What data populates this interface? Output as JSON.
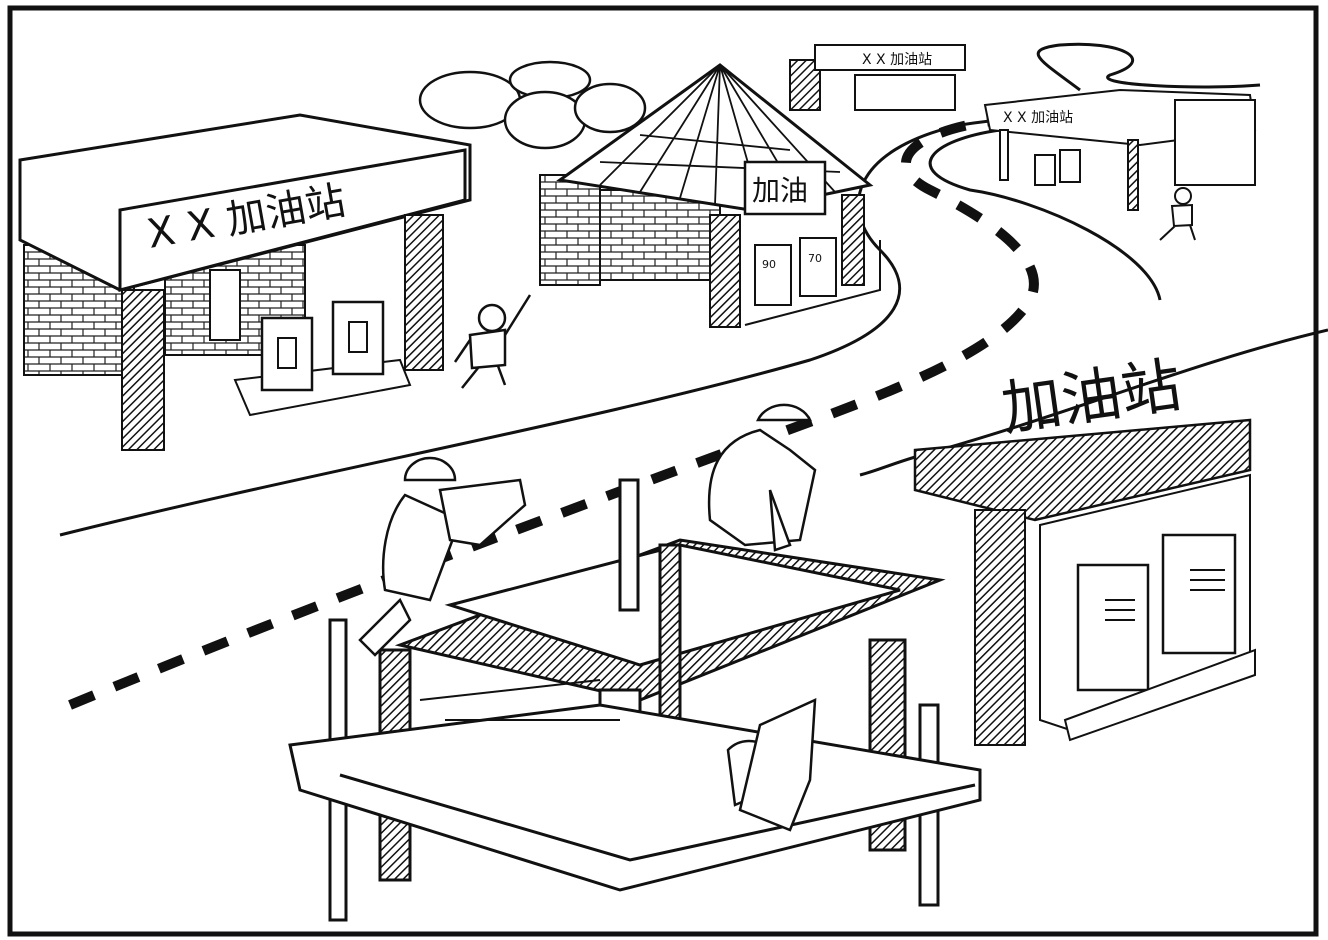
{
  "image": {
    "background": "#ffffff",
    "ink": "#111111",
    "style": "black-and-white pen cartoon"
  },
  "signs": {
    "left_station": "X X 加油站",
    "hut": "加油",
    "distant_station_1": "X X 加油站",
    "distant_station_2": "X X 加油站",
    "sign_on_pole": "加油站"
  },
  "pump_labels": {
    "hut_pump_left": "90",
    "hut_pump_right": "70"
  }
}
